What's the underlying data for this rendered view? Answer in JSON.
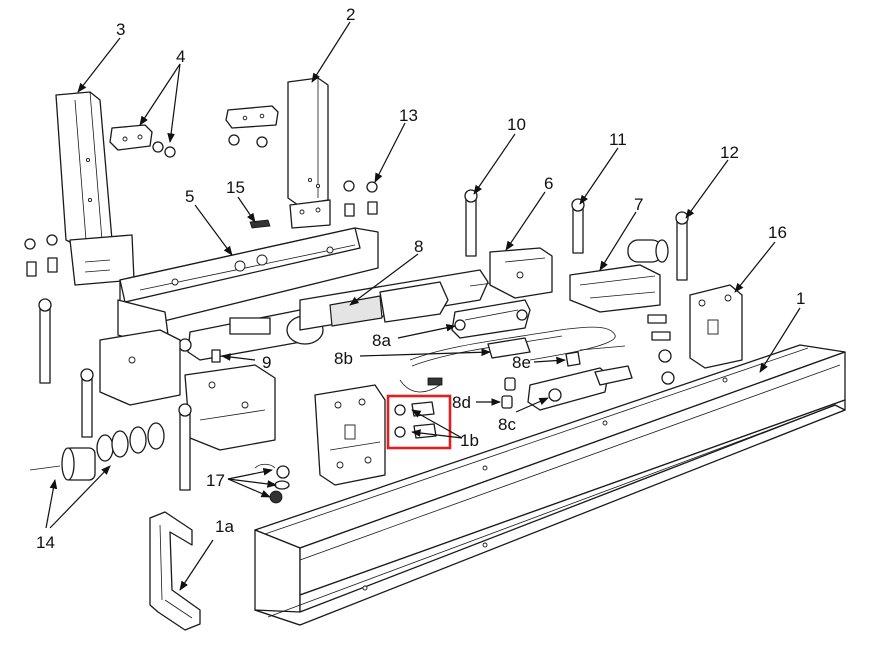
{
  "callouts": {
    "c1": "1",
    "c1a": "1a",
    "c1b": "1b",
    "c2": "2",
    "c3": "3",
    "c4": "4",
    "c5": "5",
    "c6": "6",
    "c7": "7",
    "c8": "8",
    "c8a": "8a",
    "c8b": "8b",
    "c8c": "8c",
    "c8d": "8d",
    "c8e": "8e",
    "c9": "9",
    "c10": "10",
    "c11": "11",
    "c12": "12",
    "c13": "13",
    "c14": "14",
    "c15": "15",
    "c16": "16",
    "c17": "17"
  },
  "colors": {
    "line": "#1a1a1a",
    "highlight": "#e02020",
    "background": "#ffffff"
  }
}
